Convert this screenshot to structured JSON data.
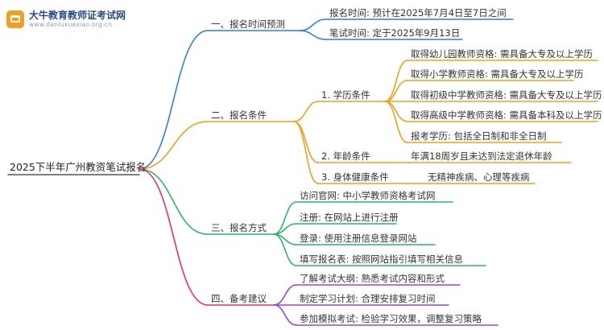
{
  "logo": {
    "name": "大牛教育教师证考试网",
    "url": "www.daniuxuexiao.org.cn"
  },
  "root": "2025下半年广州教资笔试报名",
  "colors": {
    "blue": "#2f7fe0",
    "orange": "#f0a020",
    "pink": "#e8336a",
    "green": "#2db36a",
    "purple": "#8f4ad8"
  },
  "branches": [
    {
      "label": "一、报名时间预测",
      "color": "blue",
      "children": [
        {
          "label": "报名时间: 预计在2025年7月4日至7日之间"
        },
        {
          "label": "笔试时间: 定于2025年9月13日"
        }
      ]
    },
    {
      "label": "二、报名条件",
      "color": "orange",
      "children": [
        {
          "label": "1. 学历条件",
          "children": [
            {
              "label": "取得幼儿园教师资格: 需具备大专及以上学历"
            },
            {
              "label": "取得小学教师资格: 需具备大专及以上学历"
            },
            {
              "label": "取得初级中学教师资格: 需具备大专及以上学历"
            },
            {
              "label": "取得高级中学教师资格: 需具备本科及以上学历"
            },
            {
              "label": "报考学历: 包括全日制和非全日制"
            }
          ]
        },
        {
          "label": "2. 年龄条件",
          "children": [
            {
              "label": "年满18周岁且未达到法定退休年龄"
            }
          ]
        },
        {
          "label": "3. 身体健康条件",
          "children": [
            {
              "label": "无精神疾病、心理等疾病"
            }
          ]
        }
      ]
    },
    {
      "label": "三、报名方式",
      "color": "green",
      "children": [
        {
          "label": "访问官网: 中小学教师资格考试网"
        },
        {
          "label": "注册: 在网站上进行注册"
        },
        {
          "label": "登录: 使用注册信息登录网站"
        },
        {
          "label": "填写报名表: 按照网站指引填写相关信息"
        }
      ]
    },
    {
      "label": "四、备考建议",
      "color": "purple",
      "children": [
        {
          "label": "了解考试大纲: 熟悉考试内容和形式"
        },
        {
          "label": "制定学习计划: 合理安排复习时间"
        },
        {
          "label": "参加模拟考试: 检验学习效果，调整复习策略"
        }
      ]
    }
  ]
}
